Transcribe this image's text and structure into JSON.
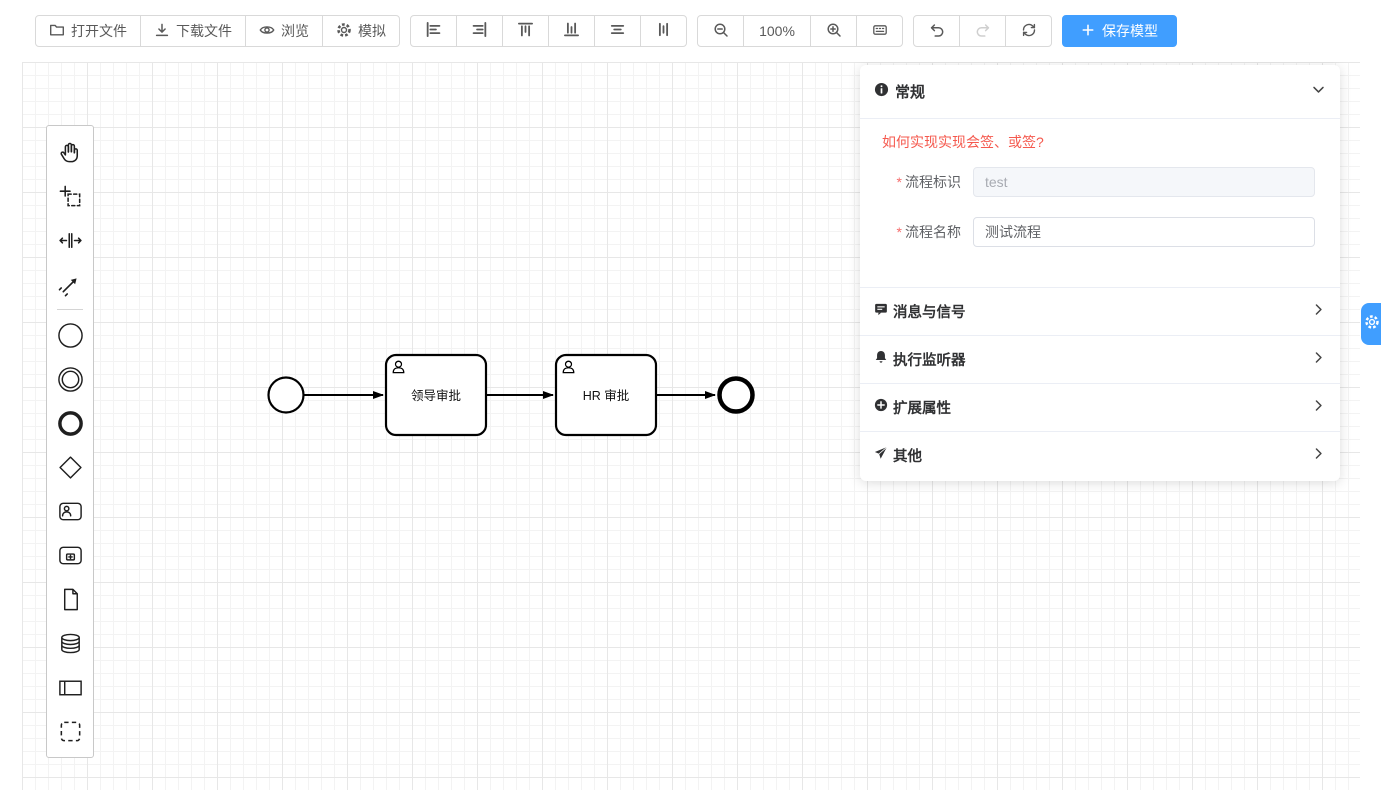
{
  "colors": {
    "accent": "#409eff",
    "danger": "#f56c6c"
  },
  "toolbar": {
    "file_group": [
      {
        "label": "打开文件",
        "icon": "folder-open-icon"
      },
      {
        "label": "下载文件",
        "icon": "download-icon"
      },
      {
        "label": "浏览",
        "icon": "eye-icon"
      },
      {
        "label": "模拟",
        "icon": "gear-icon"
      }
    ],
    "align_group": [
      {
        "icon": "align-left-icon"
      },
      {
        "icon": "align-right-icon"
      },
      {
        "icon": "align-top-icon"
      },
      {
        "icon": "align-bottom-icon"
      },
      {
        "icon": "align-center-horizontal-icon"
      },
      {
        "icon": "align-center-vertical-icon"
      }
    ],
    "zoom_group": {
      "zoom_out_icon": "zoom-out-icon",
      "zoom_level": "100%",
      "zoom_in_icon": "zoom-in-icon",
      "reset_icon": "minimap-icon"
    },
    "history_group": {
      "undo_icon": "undo-icon",
      "redo_icon": "redo-icon",
      "redo_disabled": true,
      "refresh_icon": "refresh-icon"
    },
    "save_button": {
      "label": "保存模型",
      "icon": "plus-icon"
    }
  },
  "palette": {
    "tools": [
      "hand-tool",
      "lasso-tool",
      "space-tool",
      "global-connect-tool"
    ],
    "elements": [
      "start-event",
      "intermediate-event",
      "end-event",
      "gateway",
      "user-task",
      "subprocess",
      "document",
      "data-store",
      "pool",
      "group"
    ]
  },
  "diagram": {
    "nodes": [
      {
        "type": "start-event"
      },
      {
        "type": "user-task",
        "label": "领导审批"
      },
      {
        "type": "user-task",
        "label": "HR 审批"
      },
      {
        "type": "end-event"
      }
    ],
    "flows": [
      {
        "from": "start-event",
        "to": "user-task-1"
      },
      {
        "from": "user-task-1",
        "to": "user-task-2"
      },
      {
        "from": "user-task-2",
        "to": "end-event"
      }
    ]
  },
  "properties_panel": {
    "general": {
      "title": "常规",
      "icon": "info-icon",
      "hint": "如何实现实现会签、或签?",
      "required_mark": "*",
      "fields": [
        {
          "label": "流程标识",
          "value": "test",
          "disabled": true
        },
        {
          "label": "流程名称",
          "value": "测试流程",
          "disabled": false
        }
      ]
    },
    "sections": [
      {
        "title": "消息与信号",
        "icon": "message-icon"
      },
      {
        "title": "执行监听器",
        "icon": "bell-icon"
      },
      {
        "title": "扩展属性",
        "icon": "plus-circle-icon"
      },
      {
        "title": "其他",
        "icon": "send-icon"
      }
    ]
  },
  "settings_tab": {
    "icon": "gear-icon"
  }
}
